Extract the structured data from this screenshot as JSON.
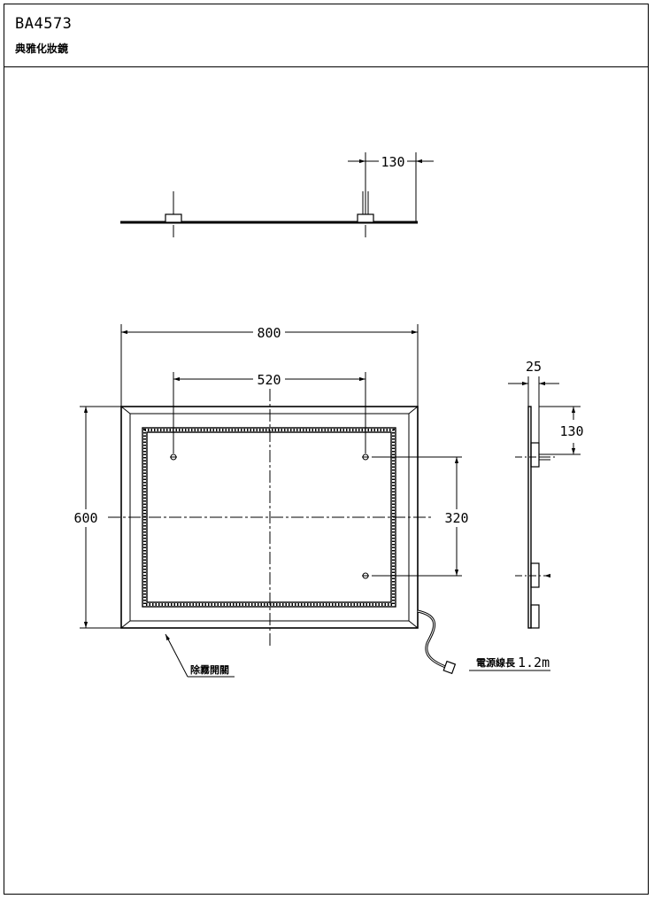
{
  "header": {
    "model_code": "BA4573",
    "product_name": "典雅化妝鏡"
  },
  "dimensions": {
    "top_offset": "130",
    "overall_width": "800",
    "hook_spacing": "520",
    "overall_height": "600",
    "hook_vertical_spacing": "320",
    "side_depth": "25",
    "side_offset": "130"
  },
  "notes": {
    "defog_switch": "除霧開關",
    "cord_label": "電源線長",
    "cord_length": "1.2m"
  }
}
